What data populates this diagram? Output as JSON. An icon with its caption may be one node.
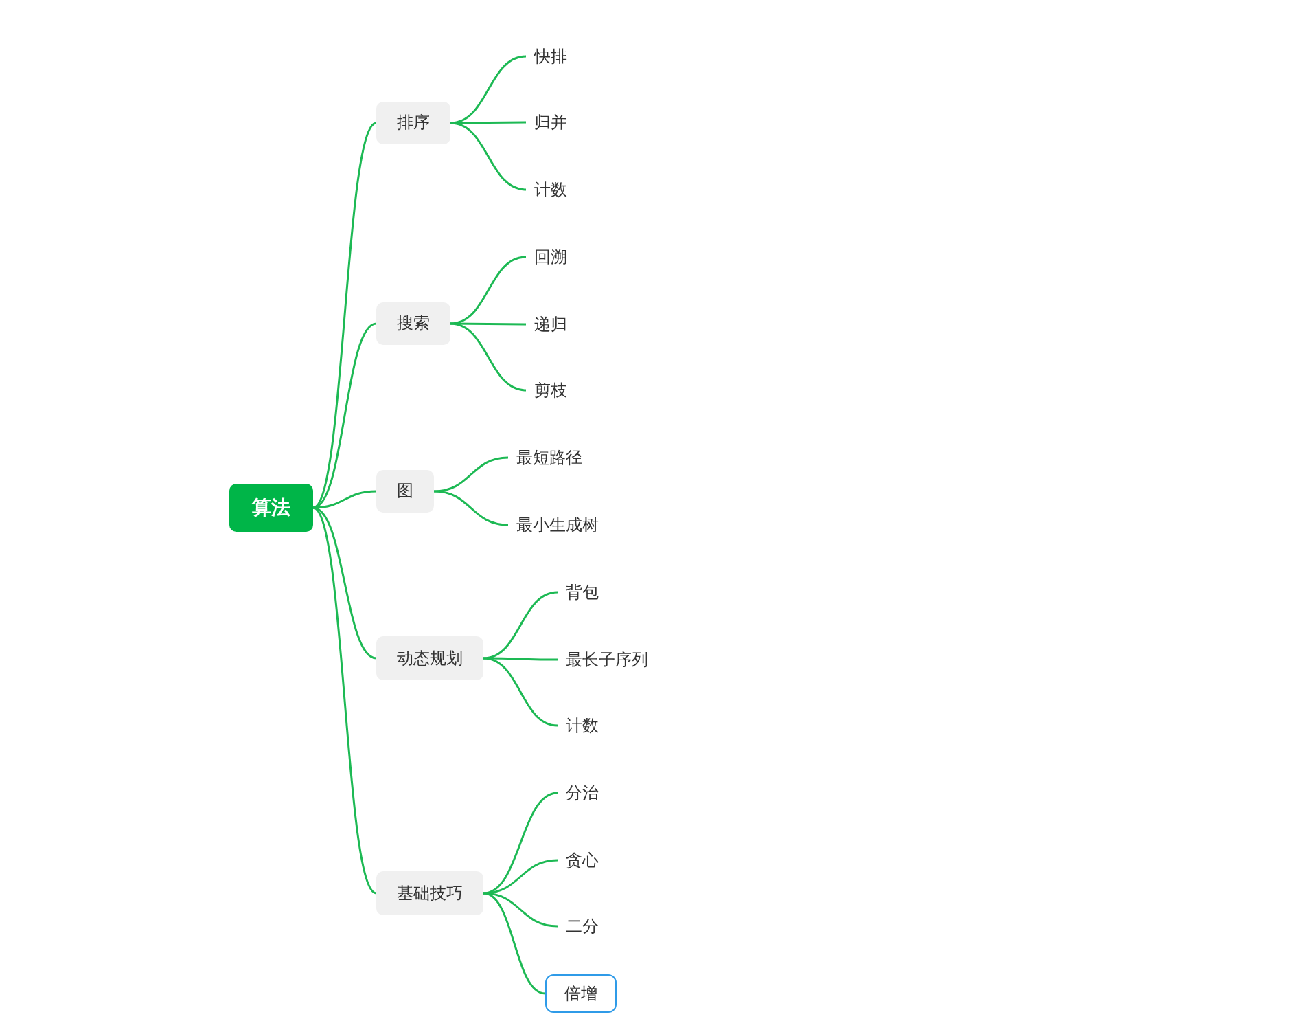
{
  "diagram": {
    "nodes": [
      {
        "text": [
          "算法"
        ]
      },
      {
        "text": [
          "排序"
        ]
      },
      {
        "text": [
          "快排"
        ]
      },
      {
        "text": [
          "归并"
        ]
      },
      {
        "text": [
          "计数"
        ]
      },
      {
        "text": [
          "搜索"
        ]
      },
      {
        "text": [
          "回溯"
        ]
      },
      {
        "text": [
          "递归"
        ]
      },
      {
        "text": [
          "剪枝"
        ]
      },
      {
        "text": [
          "图"
        ]
      },
      {
        "text": [
          "最短路径"
        ]
      },
      {
        "text": [
          "最小生成树"
        ]
      },
      {
        "text": [
          "动态规划"
        ]
      },
      {
        "text": [
          "背包"
        ]
      },
      {
        "text": [
          "最长子序列"
        ]
      },
      {
        "text": [
          "计数"
        ]
      },
      {
        "text": [
          "基础技巧"
        ]
      },
      {
        "text": [
          "分治"
        ]
      },
      {
        "text": [
          "贪心"
        ]
      },
      {
        "text": [
          "二分"
        ]
      },
      {
        "text": [
          "倍增"
        ]
      }
    ],
    "edges": [
      {
        "from": 0,
        "to": 1,
        "arrow": "none"
      },
      {
        "from": 0,
        "to": 5,
        "arrow": "none"
      },
      {
        "from": 0,
        "to": 9,
        "arrow": "none"
      },
      {
        "from": 0,
        "to": 12,
        "arrow": "none"
      },
      {
        "from": 0,
        "to": 16,
        "arrow": "none"
      },
      {
        "from": 1,
        "to": 2,
        "arrow": "none"
      },
      {
        "from": 1,
        "to": 3,
        "arrow": "none"
      },
      {
        "from": 1,
        "to": 4,
        "arrow": "none"
      },
      {
        "from": 5,
        "to": 6,
        "arrow": "none"
      },
      {
        "from": 5,
        "to": 7,
        "arrow": "none"
      },
      {
        "from": 5,
        "to": 8,
        "arrow": "none"
      },
      {
        "from": 9,
        "to": 10,
        "arrow": "none"
      },
      {
        "from": 9,
        "to": 11,
        "arrow": "none"
      },
      {
        "from": 12,
        "to": 13,
        "arrow": "none"
      },
      {
        "from": 12,
        "to": 14,
        "arrow": "none"
      },
      {
        "from": 12,
        "to": 15,
        "arrow": "none"
      },
      {
        "from": 16,
        "to": 17,
        "arrow": "none"
      },
      {
        "from": 16,
        "to": 18,
        "arrow": "none"
      },
      {
        "from": 16,
        "to": 19,
        "arrow": "none"
      },
      {
        "from": 16,
        "to": 20,
        "arrow": "none"
      }
    ]
  }
}
